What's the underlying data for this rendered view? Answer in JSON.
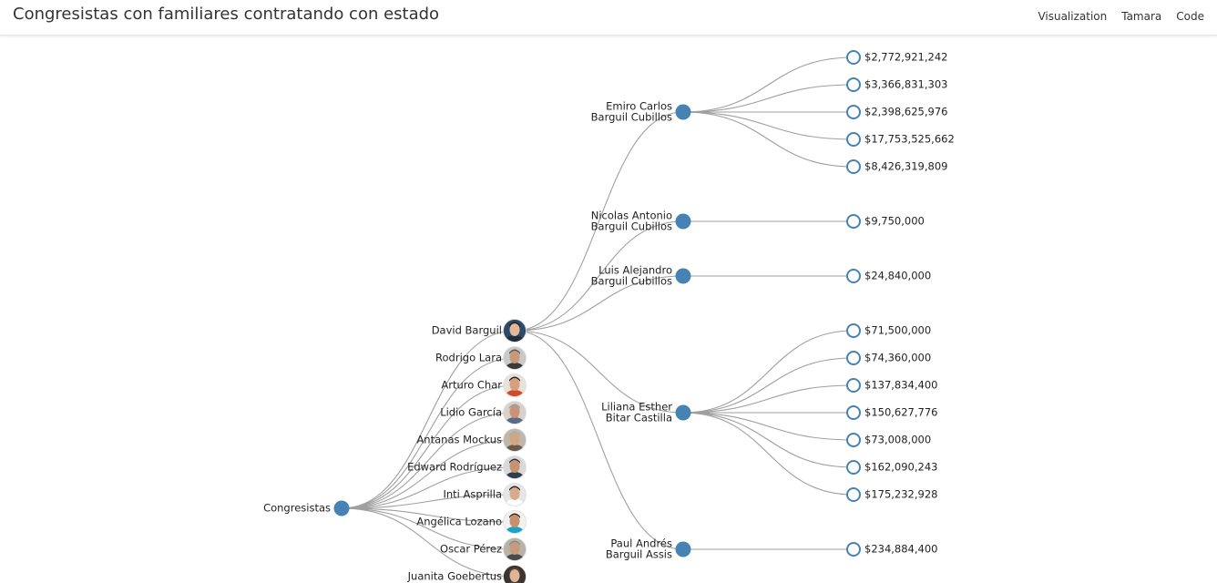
{
  "header": {
    "title": "Congresistas con familiares contratando con estado",
    "nav": [
      "Visualization",
      "Tamara",
      "Code"
    ]
  },
  "colors": {
    "node_fill": "#4682b4",
    "leaf_stroke": "#4682b4",
    "link": "#9f9f9f"
  },
  "tree": {
    "root": "Congresistas",
    "congresistas": [
      "David Barguil",
      "Rodrigo Lara",
      "Arturo Char",
      "Lidio García",
      "Antanas Mockus",
      "Edward Rodríguez",
      "Inti Asprilla",
      "Angélica Lozano",
      "Oscar Pérez",
      "Juanita Goebertus"
    ],
    "familiares": [
      {
        "name": [
          "Emiro Carlos",
          "Barguil Cubillos"
        ],
        "contratos": [
          "$2,772,921,242",
          "$3,366,831,303",
          "$2,398,625,976",
          "$17,753,525,662",
          "$8,426,319,809"
        ]
      },
      {
        "name": [
          "Nicolas Antonio",
          "Barguil Cubillos"
        ],
        "contratos": [
          "$9,750,000"
        ]
      },
      {
        "name": [
          "Luis Alejandro",
          "Barguil Cubillos"
        ],
        "contratos": [
          "$24,840,000"
        ]
      },
      {
        "name": [
          "Liliana Esther",
          "Bitar Castilla"
        ],
        "contratos": [
          "$71,500,000",
          "$74,360,000",
          "$137,834,400",
          "$150,627,776",
          "$73,008,000",
          "$162,090,243",
          "$175,232,928"
        ]
      },
      {
        "name": [
          "Paul Andrés",
          "Barguil Assis"
        ],
        "contratos": [
          "$234,884,400"
        ]
      }
    ]
  }
}
